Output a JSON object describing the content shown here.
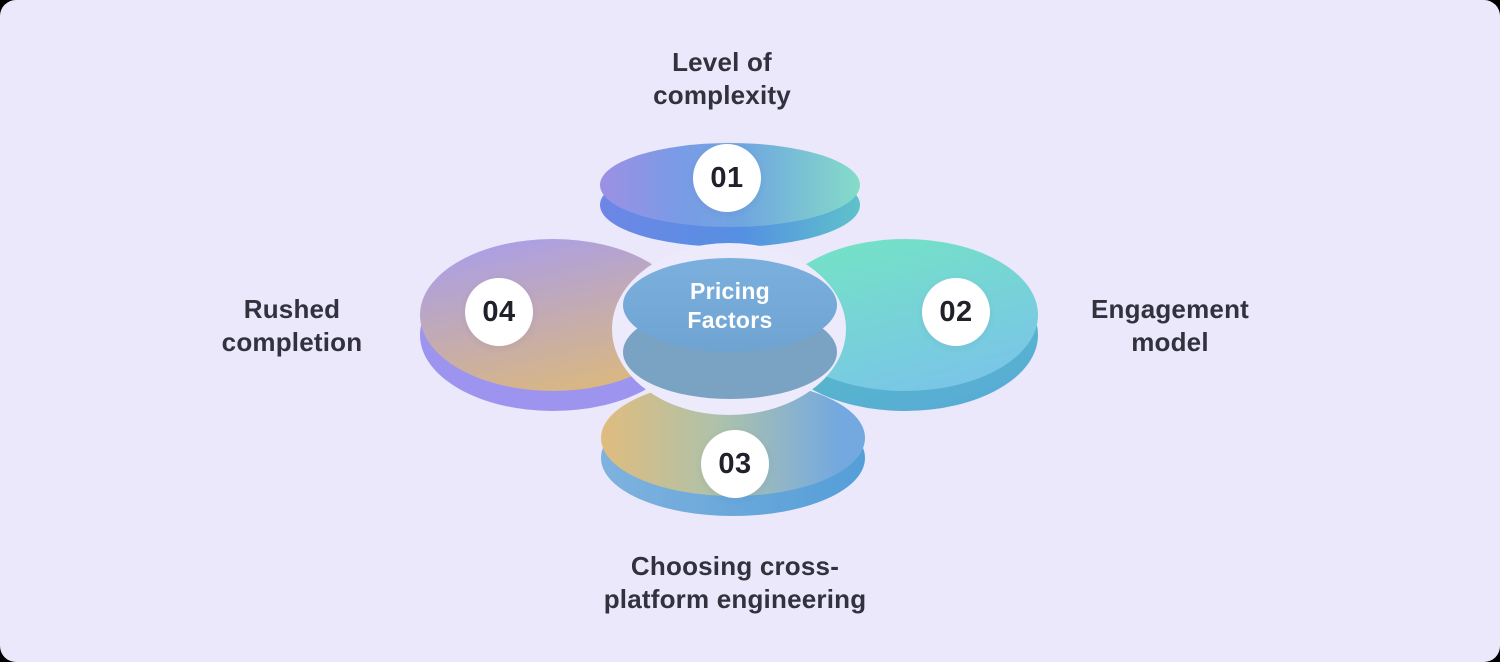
{
  "colors": {
    "outer_background": "#000000",
    "page_background": "#EAE8FA",
    "ring": "#ECEAFB",
    "badge_background": "#FFFFFF",
    "badge_text": "#20212B",
    "label_text": "#31323E",
    "center_text": "#FFFFFF"
  },
  "center": {
    "title_line1": "Pricing",
    "title_line2": "Factors",
    "face_top_color": "#7BAFDD",
    "face_bottom_color": "#6FA3D2",
    "side_color": "#7AA3C3"
  },
  "diagram": {
    "items": [
      {
        "number": "01",
        "position": "top",
        "label_line1": "Level of",
        "label_line2": "complexity",
        "face_stops": [
          "#9C90E4",
          "#7A9BE6",
          "#6FA6E0",
          "#85DCC8"
        ],
        "side_stops": [
          "#6E86E6",
          "#5590E2",
          "#5FC2CA"
        ]
      },
      {
        "number": "02",
        "position": "right",
        "label_line1": "Engagement",
        "label_line2": "model",
        "face_stops": [
          "#74E2C6",
          "#7AC4E8"
        ],
        "side_stops": [
          "#54C4BE",
          "#58ABD6"
        ]
      },
      {
        "number": "03",
        "position": "bottom",
        "label_line1": "Choosing cross-",
        "label_line2": "platform engineering",
        "face_stops": [
          "#E0BC7E",
          "#ADC2AB",
          "#74A9E0"
        ],
        "side_stops": [
          "#7FB2DE",
          "#549ED8"
        ]
      },
      {
        "number": "04",
        "position": "left",
        "label_line1": "Rushed",
        "label_line2": "completion",
        "face_stops": [
          "#AB9EE6",
          "#DBB87E"
        ],
        "side_color": "#9C94EF"
      }
    ]
  }
}
